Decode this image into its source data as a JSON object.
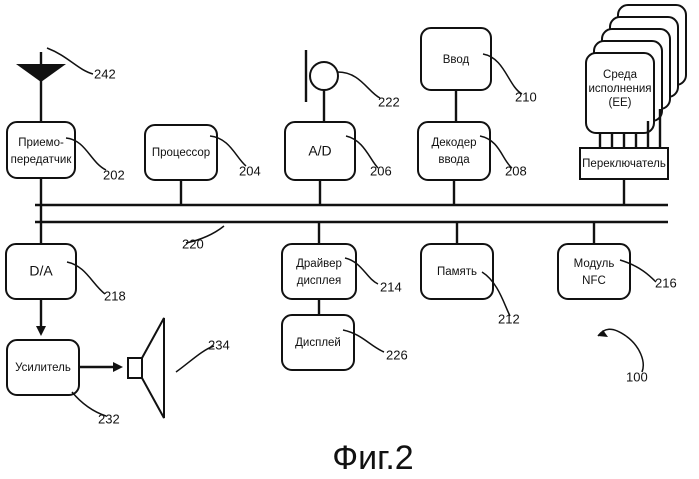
{
  "figure": {
    "caption": "Фиг.2",
    "reference": "100"
  },
  "blocks": {
    "transceiver": {
      "line1": "Приемо-",
      "line2": "передатчик",
      "ref": "202"
    },
    "processor": {
      "label": "Процессор",
      "ref": "204"
    },
    "ad": {
      "label": "A/D",
      "ref": "206"
    },
    "input_decoder": {
      "line1": "Декодер",
      "line2": "ввода",
      "ref": "208"
    },
    "input": {
      "label": "Ввод",
      "ref": "210"
    },
    "exec_env": {
      "line1": "Среда",
      "line2": "исполнения",
      "line3": "(EE)"
    },
    "switch": {
      "label": "Переключатель"
    },
    "da": {
      "label": "D/A",
      "ref": "218"
    },
    "display_driver": {
      "line1": "Драйвер",
      "line2": "дисплея",
      "ref": "214"
    },
    "memory": {
      "label": "Память",
      "ref": "212"
    },
    "nfc": {
      "line1": "Модуль",
      "line2": "NFC",
      "ref": "216"
    },
    "display": {
      "label": "Дисплей",
      "ref": "226"
    },
    "amplifier": {
      "label": "Усилитель",
      "ref": "232"
    }
  },
  "components": {
    "antenna": {
      "ref": "242"
    },
    "microphone": {
      "ref": "222"
    },
    "bus": {
      "ref": "220"
    },
    "speaker": {
      "ref": "234"
    }
  }
}
